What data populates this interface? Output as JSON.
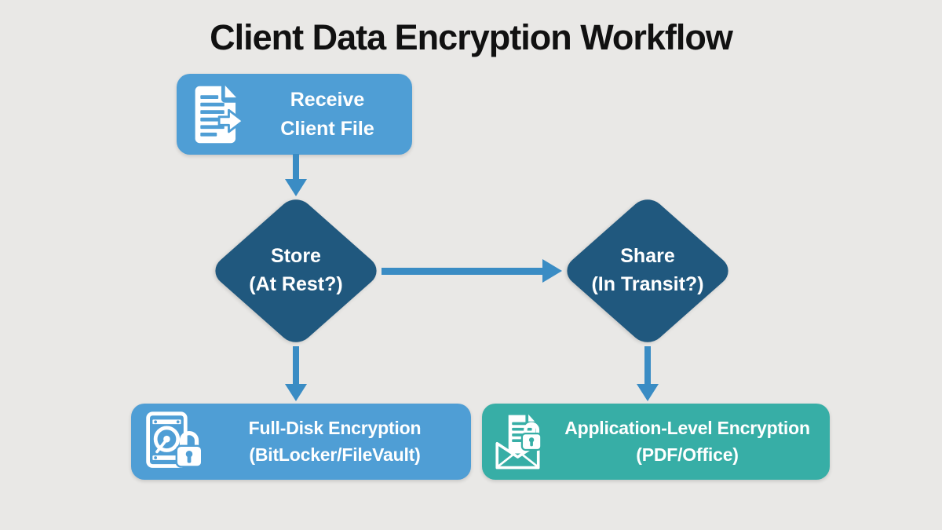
{
  "title": "Client Data Encryption Workflow",
  "colors": {
    "background": "#e9e8e6",
    "node_blue": "#4f9ed5",
    "node_teal": "#37aea6",
    "diamond_navy": "#20587e",
    "arrow_blue": "#3a8cc4",
    "title_text": "#111111",
    "node_text": "#ffffff"
  },
  "nodes": {
    "receive": {
      "line1": "Receive",
      "line2": "Client File",
      "icon": "file-export-icon",
      "shape": "rounded-rect"
    },
    "store": {
      "line1": "Store",
      "line2": "(At Rest?)",
      "shape": "diamond"
    },
    "share": {
      "line1": "Share",
      "line2": "(In Transit?)",
      "shape": "diamond"
    },
    "fde": {
      "line1": "Full-Disk Encryption",
      "line2": "(BitLocker/FileVault)",
      "icon": "disk-lock-icon",
      "shape": "rounded-rect"
    },
    "ale": {
      "line1": "Application-Level Encryption",
      "line2": "(PDF/Office)",
      "icon": "mail-lock-icon",
      "shape": "rounded-rect"
    }
  },
  "edges": [
    {
      "from": "Receive Client File",
      "to": "Store (At Rest?)",
      "direction": "down"
    },
    {
      "from": "Store (At Rest?)",
      "to": "Share (In Transit?)",
      "direction": "right"
    },
    {
      "from": "Store (At Rest?)",
      "to": "Full-Disk Encryption (BitLocker/FileVault)",
      "direction": "down"
    },
    {
      "from": "Share (In Transit?)",
      "to": "Application-Level Encryption (PDF/Office)",
      "direction": "down"
    }
  ]
}
